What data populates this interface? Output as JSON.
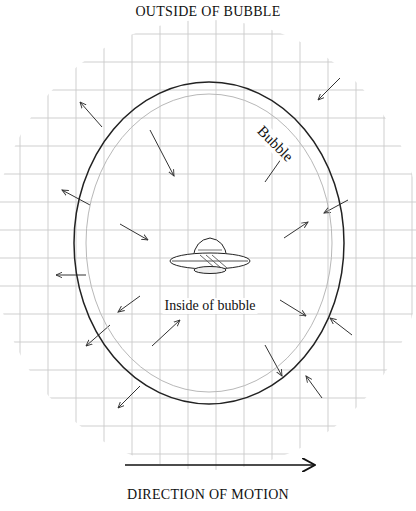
{
  "diagram": {
    "nodes": [
      {
        "text": [
          "Bubble",
          "Inside of bubble"
        ]
      }
    ],
    "labels": [
      "OUTSIDE OF BUBBLE",
      "DIRECTION OF MOTION"
    ]
  }
}
